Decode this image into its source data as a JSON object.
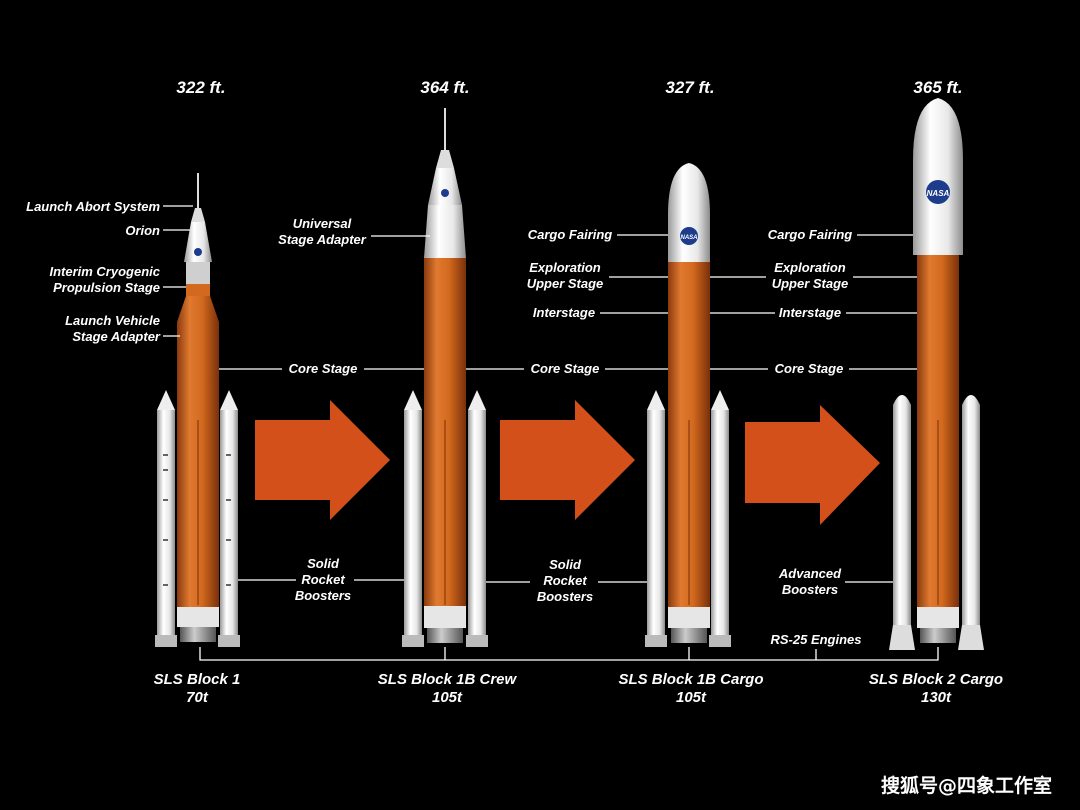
{
  "rockets": [
    {
      "height": "322 ft.",
      "name": "SLS Block 1",
      "payload": "70t",
      "labels": [
        "Launch Abort System",
        "Orion",
        "Interim Cryogenic",
        "Propulsion Stage",
        "Launch Vehicle",
        "Stage Adapter"
      ]
    },
    {
      "height": "364 ft.",
      "name": "SLS Block 1B Crew",
      "payload": "105t",
      "labels": [
        "Universal",
        "Stage Adapter"
      ]
    },
    {
      "height": "327 ft.",
      "name": "SLS Block 1B Cargo",
      "payload": "105t",
      "labels": [
        "Cargo Fairing",
        "Exploration",
        "Upper Stage",
        "Interstage"
      ]
    },
    {
      "height": "365 ft.",
      "name": "SLS Block 2 Cargo",
      "payload": "130t",
      "labels": [
        "Cargo Fairing",
        "Exploration",
        "Upper Stage",
        "Interstage"
      ]
    }
  ],
  "shared_labels": {
    "core_stage": "Core Stage",
    "srb_1": [
      "Solid",
      "Rocket",
      "Boosters"
    ],
    "srb_2": [
      "Solid",
      "Rocket",
      "Boosters"
    ],
    "advanced_boosters": [
      "Advanced",
      "Boosters"
    ],
    "rs25": "RS-25 Engines"
  },
  "logo_text": "NASA",
  "watermark": "搜狐号@四象工作室",
  "colors": {
    "background": "#000000",
    "core_orange": "#d2691e",
    "arrow_orange": "#d4501a",
    "booster_white": "#ececec"
  }
}
